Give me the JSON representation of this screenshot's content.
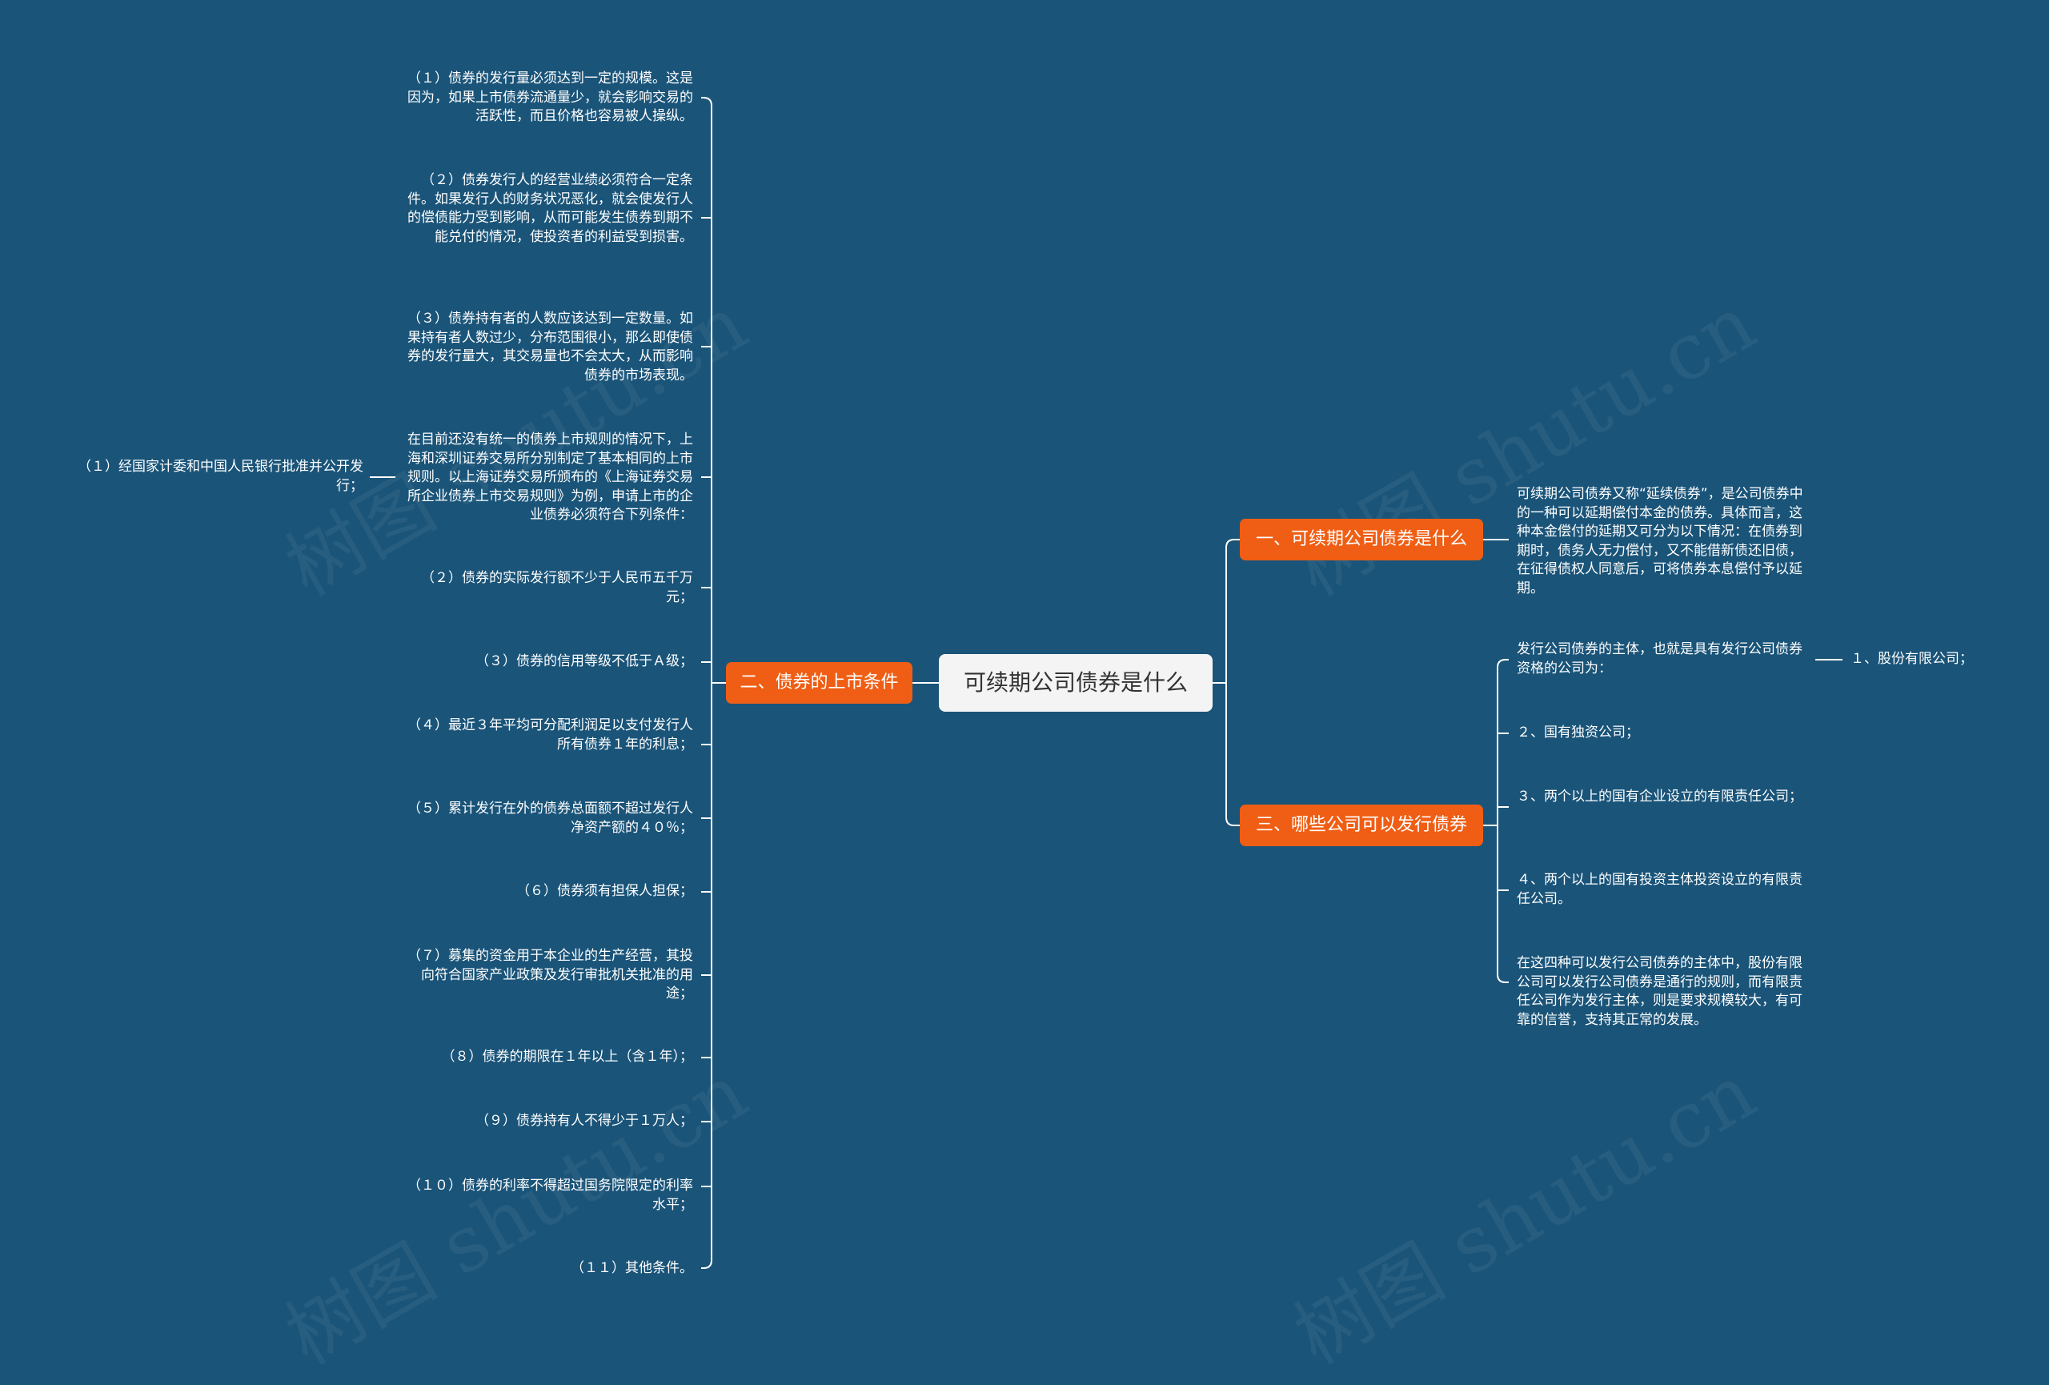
{
  "root": {
    "title": "可续期公司债券是什么"
  },
  "branches": {
    "b1": {
      "label": "一、可续期公司债券是什么"
    },
    "b2": {
      "label": "二、债券的上市条件"
    },
    "b3": {
      "label": "三、哪些公司可以发行债券"
    }
  },
  "b1_leaves": [
    "可续期公司债券又称“延续债券”，是公司债券中的一种可以延期偿付本金的债券。具体而言，这种本金偿付的延期又可分为以下情况：在债券到期时，债务人无力偿付，又不能借新债还旧债，在征得债权人同意后，可将债券本息偿付予以延期。"
  ],
  "b2_leaves": [
    "（１）债券的发行量必须达到一定的规模。这是因为，如果上市债券流通量少，就会影响交易的活跃性，而且价格也容易被人操纵。",
    "（２）债券发行人的经营业绩必须符合一定条件。如果发行人的财务状况恶化，就会使发行人的偿债能力受到影响，从而可能发生债券到期不能兑付的情况，使投资者的利益受到损害。",
    "（３）债券持有者的人数应该达到一定数量。如果持有者人数过少，分布范围很小，那么即使债券的发行量大，其交易量也不会太大，从而影响债券的市场表现。",
    "在目前还没有统一的债券上市规则的情况下，上海和深圳证券交易所分别制定了基本相同的上市规则。以上海证券交易所颁布的《上海证券交易所企业债券上市交易规则》为例，申请上市的企业债券必须符合下列条件：",
    "（２）债券的实际发行额不少于人民币五千万元；",
    "（３）债券的信用等级不低于Ａ级；",
    "（４）最近３年平均可分配利润足以支付发行人所有债券１年的利息；",
    "（５）累计发行在外的债券总面额不超过发行人净资产额的４０％；",
    "（６）债券须有担保人担保；",
    "（７）募集的资金用于本企业的生产经营，其投向符合国家产业政策及发行审批机关批准的用途；",
    "（８）债券的期限在１年以上（含１年）；",
    "（９）债券持有人不得少于１万人；",
    "（１０）债券的利率不得超过国务院限定的利率水平；",
    "（１１）其他条件。"
  ],
  "b2_sub_leaf": "（１）经国家计委和中国人民银行批准并公开发行；",
  "b3_leaves": [
    "发行公司债券的主体，也就是具有发行公司债券资格的公司为：",
    "２、国有独资公司；",
    "３、两个以上的国有企业设立的有限责任公司；",
    "４、两个以上的国有投资主体投资设立的有限责任公司。",
    "在这四种可以发行公司债券的主体中，股份有限公司可以发行公司债券是通行的规则，而有限责任公司作为发行主体，则是要求规模较大，有可靠的信誉，支持其正常的发展。"
  ],
  "b3_sub_leaf": "１、股份有限公司；",
  "watermark": "树图 shutu.cn",
  "colors": {
    "background": "#1a5479",
    "branch": "#ef5e14",
    "root": "#f4f4f4",
    "line": "#ffffff"
  }
}
